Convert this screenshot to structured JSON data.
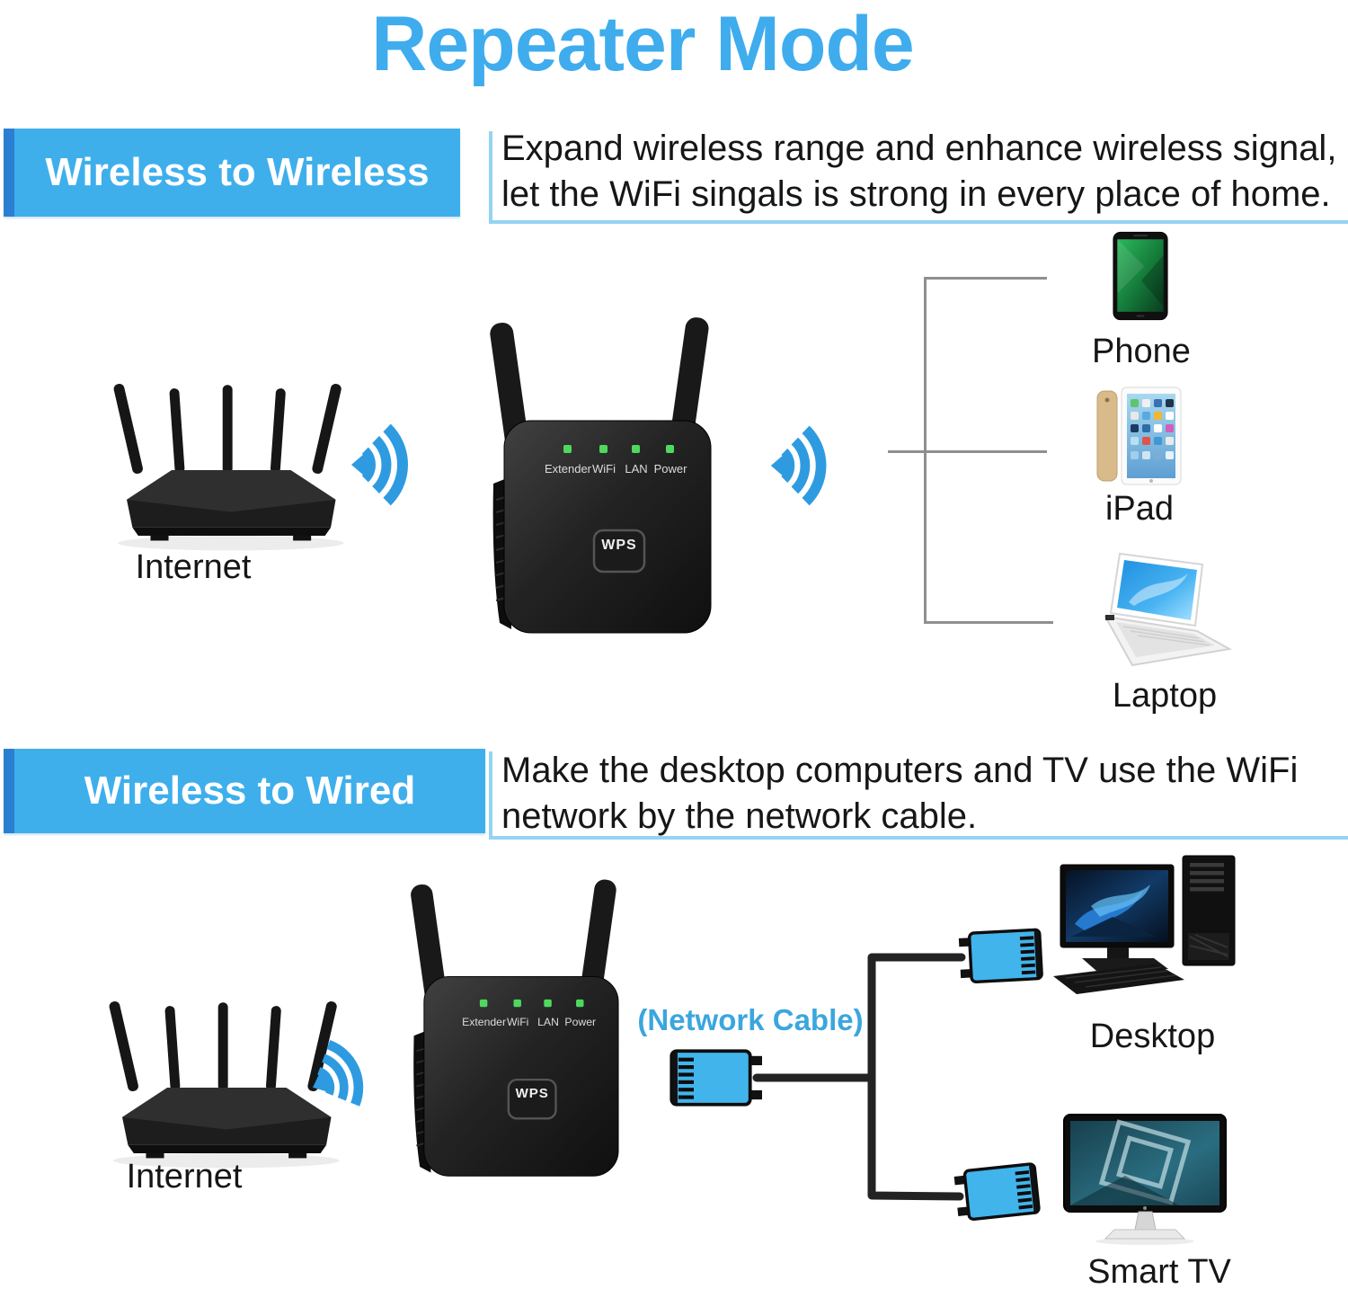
{
  "title": "Repeater Mode",
  "sections": {
    "s1": {
      "banner": "Wireless to Wireless",
      "desc1": "Expand wireless range and enhance wireless signal,",
      "desc2": "let the WiFi singals is strong in every place of home.",
      "router_label": "Internet",
      "devices": {
        "phone": "Phone",
        "ipad": "iPad",
        "laptop": "Laptop"
      }
    },
    "s2": {
      "banner": "Wireless to Wired",
      "desc1": "Make the desktop computers and TV use the WiFi",
      "desc2": "network by the network cable.",
      "router_label": "Internet",
      "cable_label": "(Network Cable)",
      "devices": {
        "desktop": "Desktop",
        "tv": "Smart TV"
      }
    }
  },
  "repeater": {
    "leds": [
      "Extender",
      "WiFi",
      "LAN",
      "Power"
    ],
    "wps": "WPS"
  },
  "colors": {
    "title_blue": "#3FACEE",
    "banner_blue": "#3FAFEC",
    "banner_edge_blue": "#2B7FD2",
    "wifi_blue": "#2E9BE0",
    "divider_blue": "#93D4F2",
    "led_green": "#4ED95E",
    "cable_label_blue": "#3BA6DE",
    "cable_black": "#232323",
    "connector_blue": "#41B4EC"
  }
}
